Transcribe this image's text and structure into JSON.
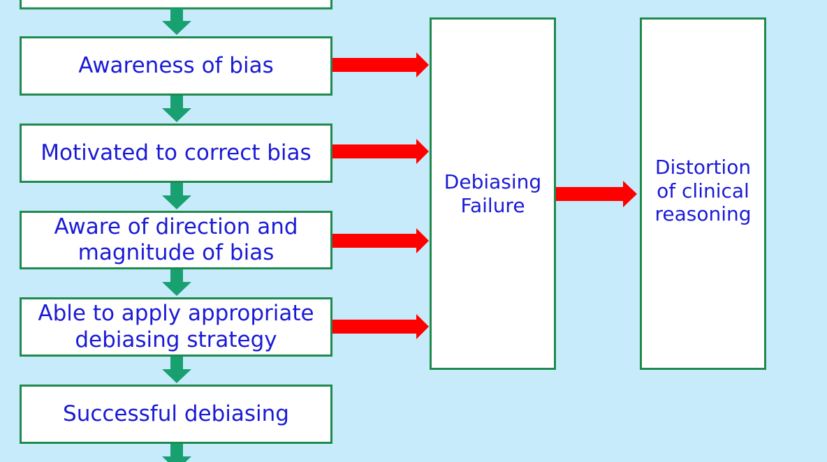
{
  "diagram": {
    "steps": [
      "Awareness of bias",
      "Motivated to correct bias",
      "Aware of direction and magnitude of bias",
      "Able to apply appropriate debiasing strategy",
      "Successful debiasing"
    ],
    "failure_box": "Debiasing Failure",
    "outcome_box": "Distortion of clinical reasoning"
  },
  "colors": {
    "background": "#c8ebfb",
    "box_border": "#1f8a4c",
    "text": "#1a1ad6",
    "down_arrow": "#18a070",
    "right_arrow": "#ff0000"
  }
}
